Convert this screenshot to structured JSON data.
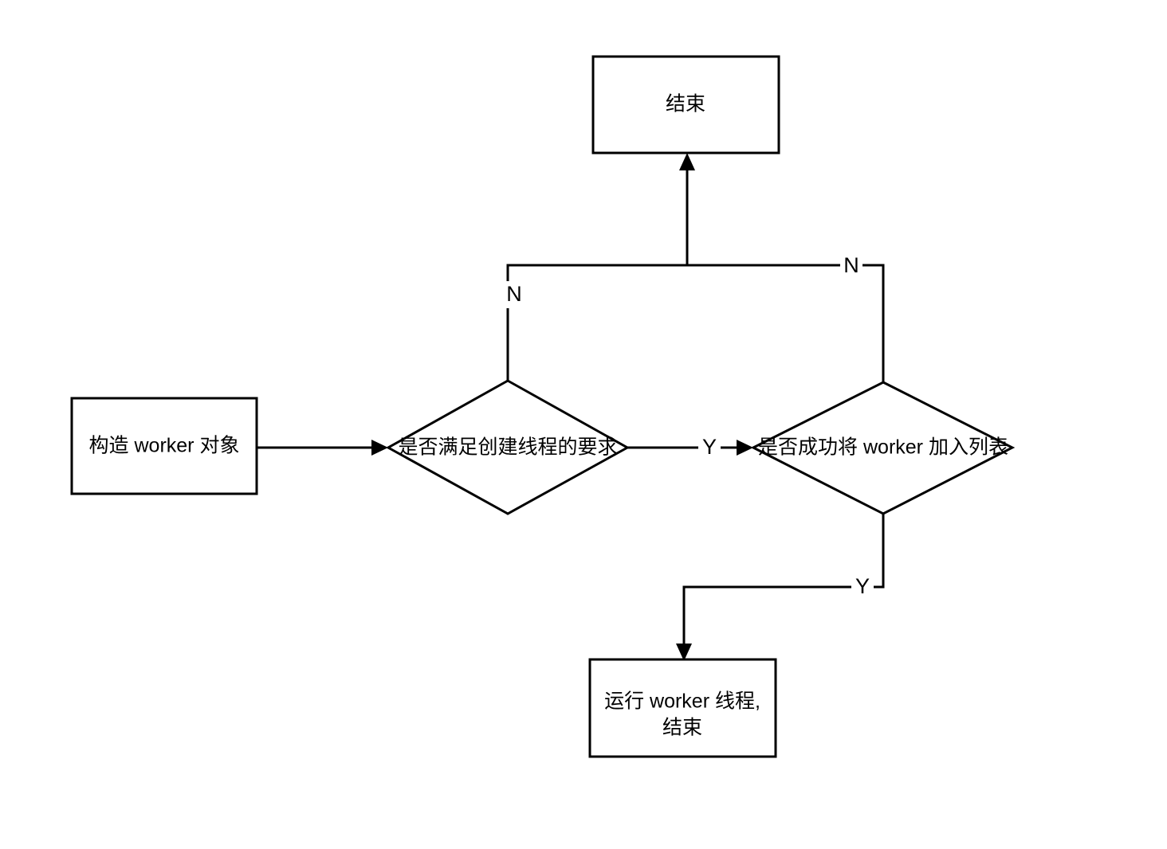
{
  "diagram": {
    "type": "flowchart",
    "title": "",
    "background_color": "#ffffff",
    "stroke_color": "#000000",
    "text_color": "#000000",
    "nodes": [
      {
        "id": "build-worker",
        "shape": "rectangle",
        "label": "构造 worker 对象",
        "lines": [
          "构造 worker 对象"
        ]
      },
      {
        "id": "check-create-thread",
        "shape": "diamond",
        "label": "是否满足创建线程的要求",
        "lines": [
          "是否满足创建线程的要求"
        ]
      },
      {
        "id": "check-add-worker",
        "shape": "diamond",
        "label": "是否成功将 worker 加入列表",
        "lines": [
          "是否成功将 worker 加入列表"
        ]
      },
      {
        "id": "end",
        "shape": "rectangle",
        "label": "结束",
        "lines": [
          "结束"
        ]
      },
      {
        "id": "run-worker",
        "shape": "rectangle",
        "label": "运行 worker 线程, 结束",
        "lines": [
          "运行 worker 线程,",
          "结束"
        ]
      }
    ],
    "edges": [
      {
        "id": "e1",
        "from": "build-worker",
        "to": "check-create-thread",
        "label": ""
      },
      {
        "id": "e2",
        "from": "check-create-thread",
        "to": "check-add-worker",
        "label": "Y"
      },
      {
        "id": "e3",
        "from": "check-create-thread",
        "to": "end",
        "label": "N"
      },
      {
        "id": "e4",
        "from": "check-add-worker",
        "to": "end",
        "label": "N"
      },
      {
        "id": "e5",
        "from": "check-add-worker",
        "to": "run-worker",
        "label": "Y"
      }
    ]
  }
}
